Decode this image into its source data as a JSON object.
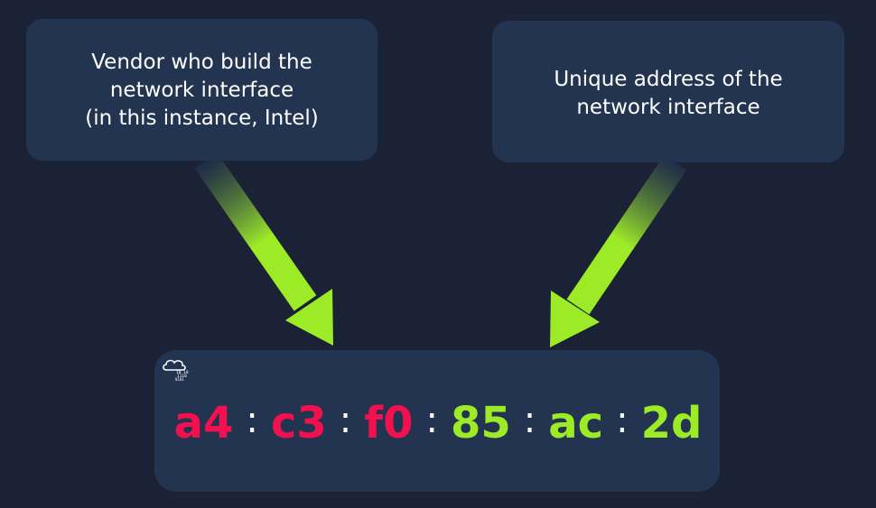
{
  "callouts": {
    "vendor": {
      "lines": [
        "Vendor who build the",
        "network interface",
        "(in this instance, Intel)"
      ]
    },
    "unique": {
      "lines": [
        "Unique address of the",
        "network interface"
      ]
    }
  },
  "mac_address": {
    "octets": [
      {
        "text": "a4",
        "role": "vendor"
      },
      {
        "text": "c3",
        "role": "vendor"
      },
      {
        "text": "f0",
        "role": "vendor"
      },
      {
        "text": "85",
        "role": "unique"
      },
      {
        "text": "ac",
        "role": "unique"
      },
      {
        "text": "2d",
        "role": "unique"
      }
    ],
    "separator": ":"
  },
  "colors": {
    "background": "#1c2236",
    "panel": "#233451",
    "vendor_octet": "#f2104f",
    "unique_octet": "#9dea27",
    "arrow": "#9dea27",
    "text": "#ffffff"
  },
  "icons": {
    "logo": "cloud-binary-logo-icon"
  }
}
